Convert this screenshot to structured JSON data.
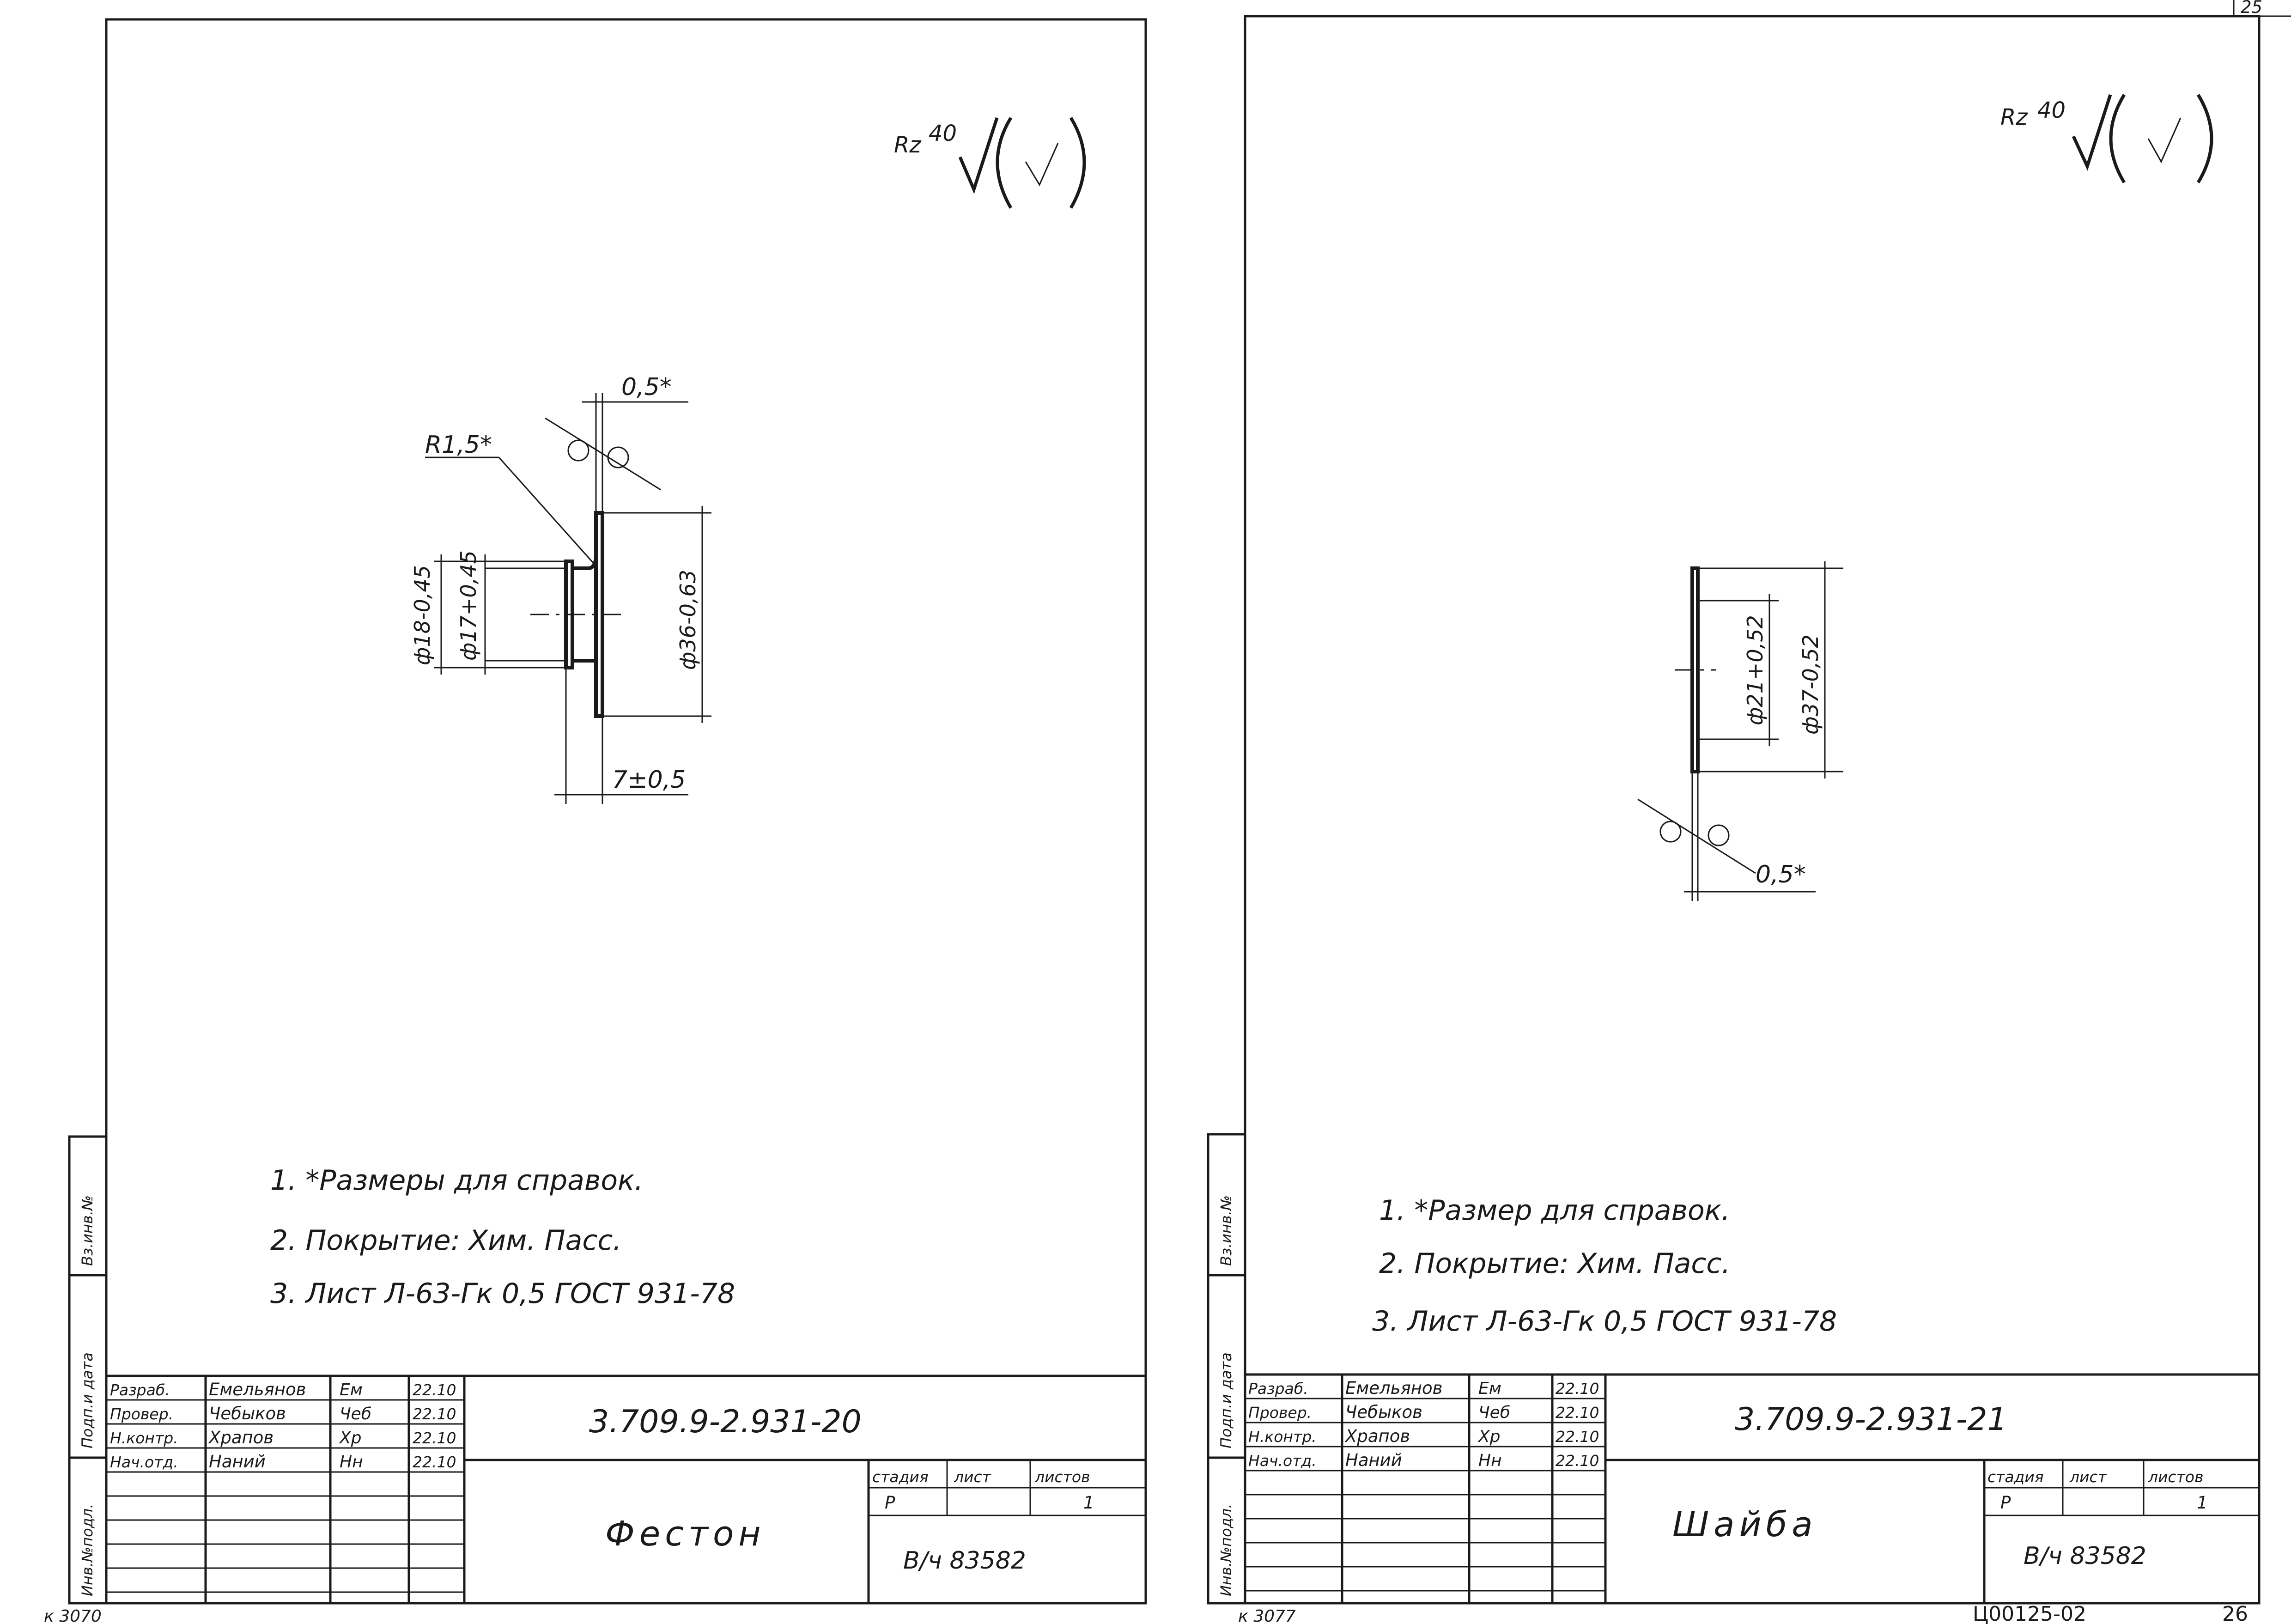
{
  "sheet_left": {
    "roughness": {
      "param": "Rz",
      "value": "40"
    },
    "dimensions": {
      "thickness": "0,5*",
      "radius": "R1,5*",
      "dia_outer_tube": "ф18-0,45",
      "dia_inner_tube": "ф17+0,45",
      "dia_flange": "ф36-0,63",
      "length": "7±0,5"
    },
    "notes": [
      "1. *Размеры для справок.",
      "2. Покрытие: Хим. Пасс.",
      "3. Лист Л-63-Гк 0,5 ГОСТ 931-78"
    ],
    "doc_code": "3.709.9-2.931-20",
    "part_name": "Фестон",
    "title_rows": [
      {
        "role": "Разраб.",
        "name": "Емельянов",
        "sign": "Ем",
        "date": "22.10"
      },
      {
        "role": "Провер.",
        "name": "Чебыков",
        "sign": "Чеб",
        "date": "22.10"
      },
      {
        "role": "Н.контр.",
        "name": "Храпов",
        "sign": "Хр",
        "date": "22.10"
      },
      {
        "role": "Нач.отд.",
        "name": "Наний",
        "sign": "Нн",
        "date": "22.10"
      }
    ],
    "stage_header": "стадия",
    "sheet_header": "лист",
    "sheets_header": "листов",
    "stage": "Р",
    "sheets_total": "1",
    "org": "В/ч 83582",
    "side_labels": [
      "Инв.№подл.",
      "Подп.и дата",
      "Вз.инв.№"
    ],
    "handwritten_note": "к 3070"
  },
  "sheet_right": {
    "roughness": {
      "param": "Rz",
      "value": "40"
    },
    "dimensions": {
      "thickness": "0,5*",
      "dia_inner": "ф21+0,52",
      "dia_outer": "ф37-0,52"
    },
    "notes": [
      "1. *Размер для справок.",
      "2. Покрытие: Хим. Пасс.",
      "3. Лист Л-63-Гк 0,5 ГОСТ 931-78"
    ],
    "doc_code": "3.709.9-2.931-21",
    "part_name": "Шайба",
    "title_rows": [
      {
        "role": "Разраб.",
        "name": "Емельянов",
        "sign": "Ем",
        "date": "22.10"
      },
      {
        "role": "Провер.",
        "name": "Чебыков",
        "sign": "Чеб",
        "date": "22.10"
      },
      {
        "role": "Н.контр.",
        "name": "Храпов",
        "sign": "Хр",
        "date": "22.10"
      },
      {
        "role": "Нач.отд.",
        "name": "Наний",
        "sign": "Нн",
        "date": "22.10"
      }
    ],
    "stage_header": "стадия",
    "sheet_header": "лист",
    "sheets_header": "листов",
    "stage": "Р",
    "sheets_total": "1",
    "org": "В/ч 83582",
    "side_labels": [
      "Инв.№подл.",
      "Подп.и дата",
      "Вз.инв.№"
    ],
    "handwritten_note": "к 3077"
  },
  "footer": {
    "archive_code": "Ц00125-02",
    "page_number": "26",
    "corner_number": "25"
  }
}
